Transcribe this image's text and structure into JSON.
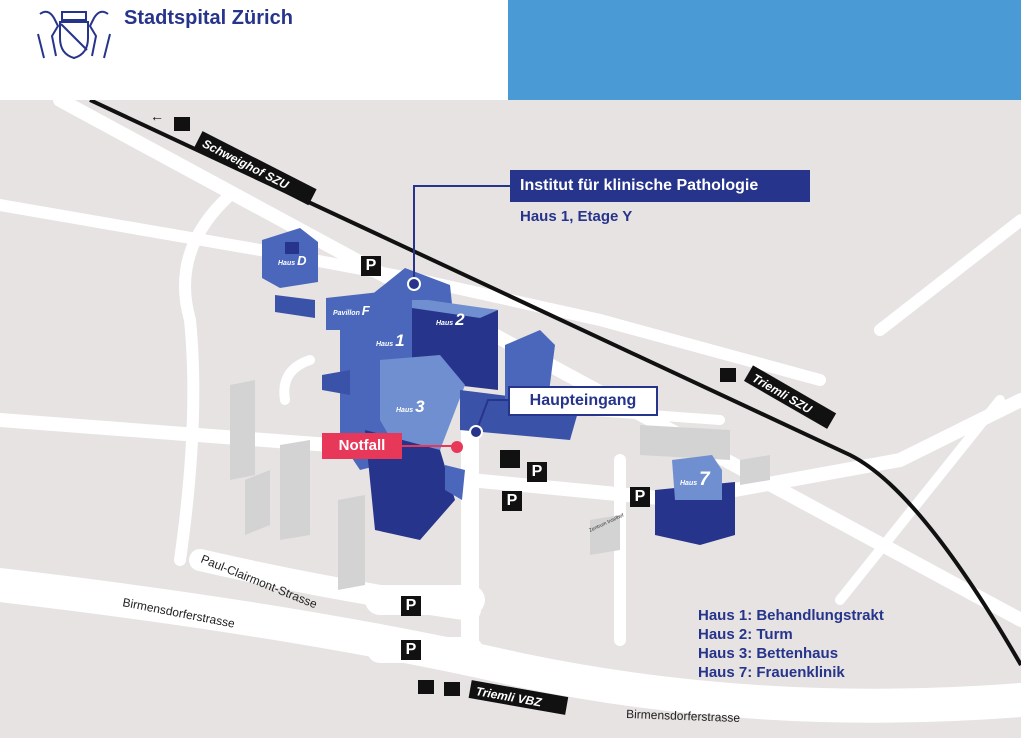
{
  "header": {
    "brand": "Stadtspital Zürich",
    "logo": "zurich-coat-of-arms",
    "accent_color": "#4a9ad6"
  },
  "callouts": {
    "pathology": "Institut für klinische Pathologie",
    "pathology_location": "Haus 1, Etage Y",
    "entrance": "Haupteingang",
    "emergency": "Notfall"
  },
  "buildings": {
    "haus_d": {
      "prefix": "Haus",
      "id": "D"
    },
    "pavilion_f": {
      "prefix": "Pavillon",
      "id": "F"
    },
    "haus_1": {
      "prefix": "Haus",
      "id": "1"
    },
    "haus_2": {
      "prefix": "Haus",
      "id": "2"
    },
    "haus_3": {
      "prefix": "Haus",
      "id": "3"
    },
    "haus_7": {
      "prefix": "Haus",
      "id": "7"
    },
    "zentrum": "Zentrum Inselhof"
  },
  "stops": {
    "schweighof": "Schweighof SZU",
    "triemli_szu": "Triemli SZU",
    "triemli_vbz": "Triemli VBZ",
    "arrow": "←"
  },
  "streets": {
    "paul_clairmont": "Paul-Clairmont-Strasse",
    "birmensdorfer_1": "Birmensdorferstrasse",
    "birmensdorfer_2": "Birmensdorferstrasse"
  },
  "parking": {
    "symbol": "P"
  },
  "legend": [
    "Haus 1: Behandlungstrakt",
    "Haus 2: Turm",
    "Haus 3: Bettenhaus",
    "Haus 7: Frauenklinik"
  ],
  "colors": {
    "building_light": "#6f8fd0",
    "building_mid": "#4a67bb",
    "building_dark": "#27348b",
    "emergency": "#e8385a",
    "ground": "#e6e3e2"
  }
}
